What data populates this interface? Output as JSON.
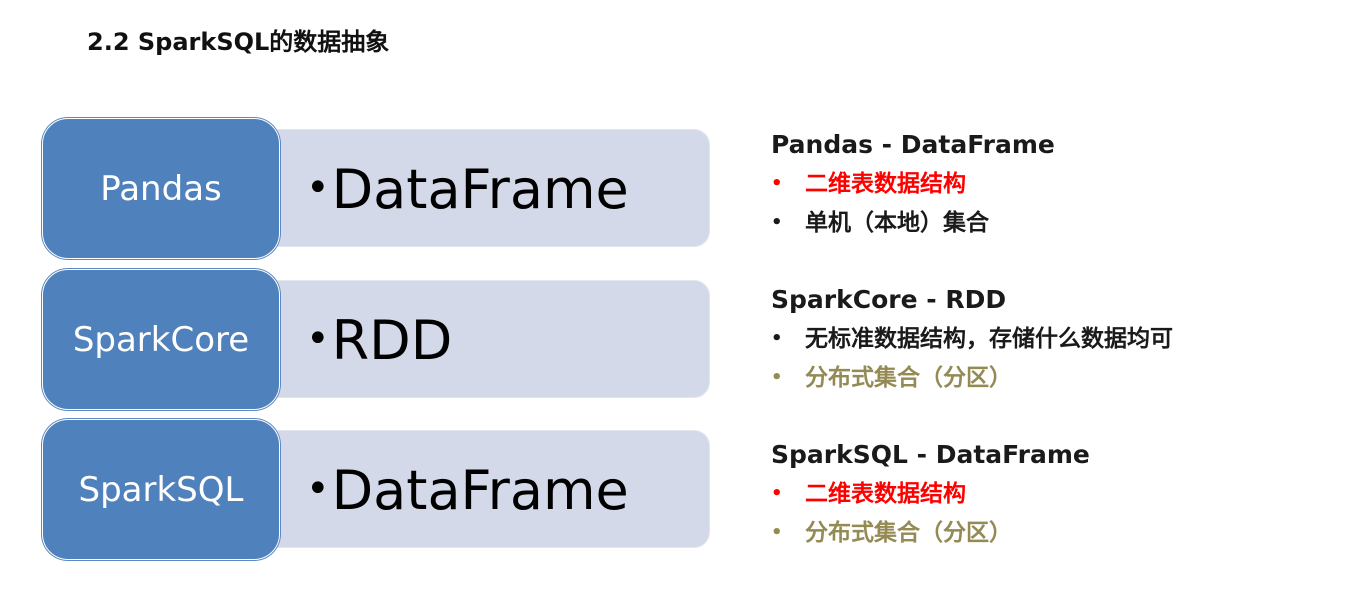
{
  "title": "2.2 SparkSQL的数据抽象",
  "colors": {
    "label_box": "#4f81bd",
    "value_bar": "#d3d9e8",
    "dark_text": "#1a1a1a",
    "red": "#ff0000",
    "olive": "#948a54"
  },
  "rows": [
    {
      "label": "Pandas",
      "bullet": "•",
      "value": "DataFrame"
    },
    {
      "label": "SparkCore",
      "bullet": "•",
      "value": "RDD"
    },
    {
      "label": "SparkSQL",
      "bullet": "•",
      "value": "DataFrame"
    }
  ],
  "notes": [
    {
      "heading": "Pandas - DataFrame",
      "items": [
        {
          "bullet": "•",
          "text": "二维表数据结构",
          "color": "#ff0000"
        },
        {
          "bullet": "•",
          "text": "单机（本地）集合",
          "color": "#1a1a1a"
        }
      ]
    },
    {
      "heading": "SparkCore - RDD",
      "items": [
        {
          "bullet": "•",
          "text": "无标准数据结构，存储什么数据均可",
          "color": "#1a1a1a"
        },
        {
          "bullet": "•",
          "text": "分布式集合（分区）",
          "color": "#948a54"
        }
      ]
    },
    {
      "heading": "SparkSQL - DataFrame",
      "items": [
        {
          "bullet": "•",
          "text": "二维表数据结构",
          "color": "#ff0000"
        },
        {
          "bullet": "•",
          "text": "分布式集合（分区）",
          "color": "#948a54"
        }
      ]
    }
  ]
}
